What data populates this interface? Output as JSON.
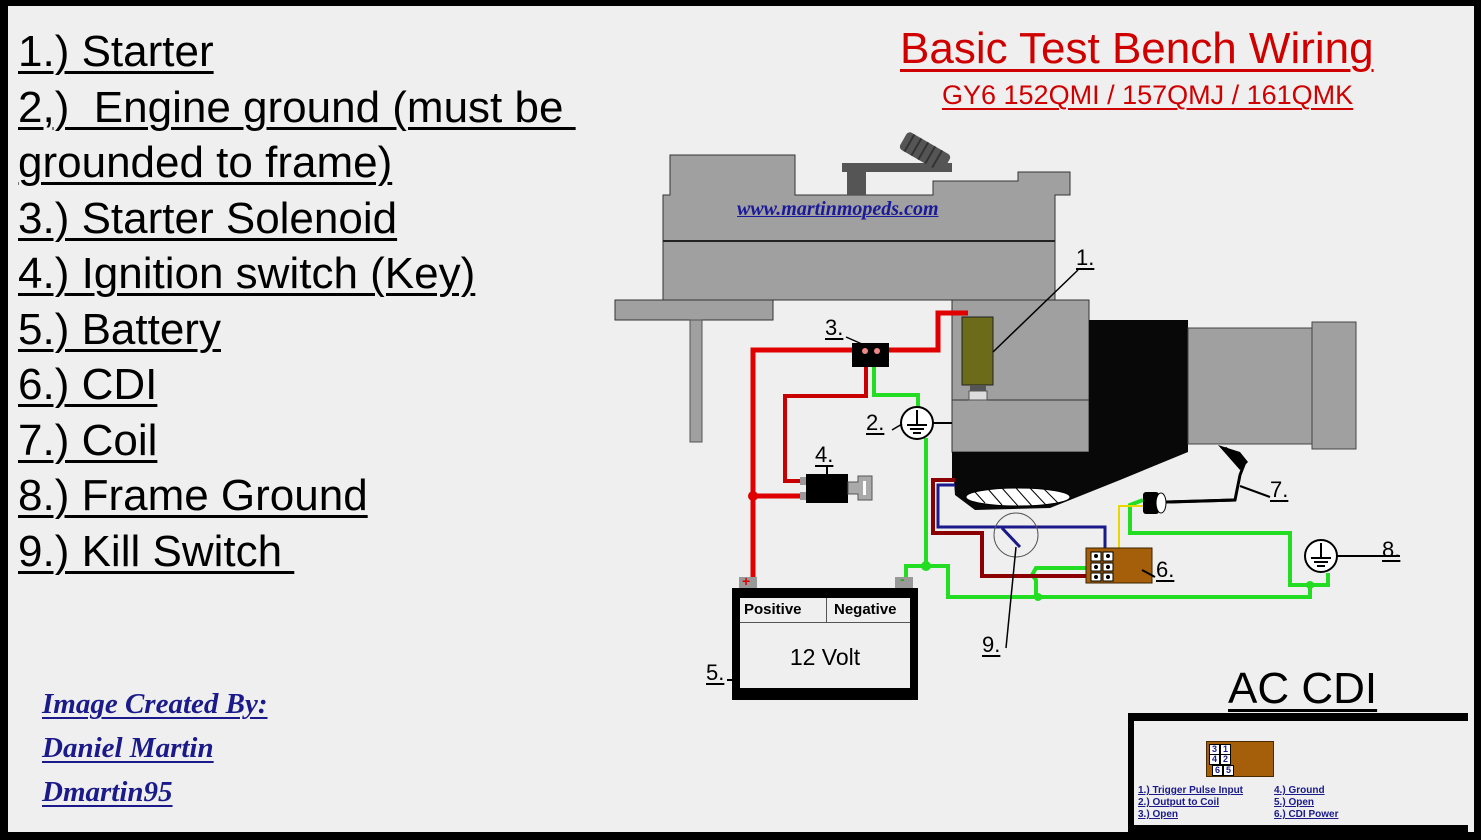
{
  "title": "Basic Test Bench Wiring",
  "subtitle": "GY6  152QMI / 157QMJ / 161QMK",
  "website": "www.martinmopeds.com",
  "legend": [
    "1.) Starter",
    "2,)  Engine ground (must be ",
    "grounded to frame)",
    "3.) Starter Solenoid",
    "4.) Ignition switch (Key)",
    "5.) Battery",
    "6.) CDI",
    "7.) Coil",
    "8.) Frame Ground",
    "9.) Kill Switch "
  ],
  "callouts": {
    "starter": "1.",
    "engine_ground": "2.",
    "solenoid": "3.",
    "ignition_switch": "4.",
    "battery": "5.",
    "cdi": "6.",
    "coil": "7.",
    "frame_ground": "8.",
    "kill_switch": "9."
  },
  "battery": {
    "positive_label": "Positive",
    "negative_label": "Negative",
    "voltage": "12 Volt",
    "positive_symbol": "+",
    "negative_symbol": "-"
  },
  "credits": [
    "Image Created By:",
    "Daniel Martin",
    "Dmartin95"
  ],
  "cdi_type": "AC CDI",
  "cdi_pinout": {
    "pins": [
      "3",
      "1",
      "4",
      "2",
      "6",
      "5"
    ],
    "notes_left": [
      "1.) Trigger Pulse Input",
      "2.) Output to Coil",
      "3.) Open"
    ],
    "notes_right": [
      "4.) Ground",
      "5.) Open",
      "6.) CDI Power"
    ]
  },
  "colors": {
    "title": "#d00000",
    "wire_power": "#e00000",
    "wire_ground": "#22dd22",
    "wire_kill": "#8b0000",
    "wire_trigger": "#1a1a8a",
    "wire_coil": "#e8d800",
    "cdi_body": "#a55f0a",
    "engine_gray": "#a0a0a0",
    "credits": "#1a1a8a"
  }
}
